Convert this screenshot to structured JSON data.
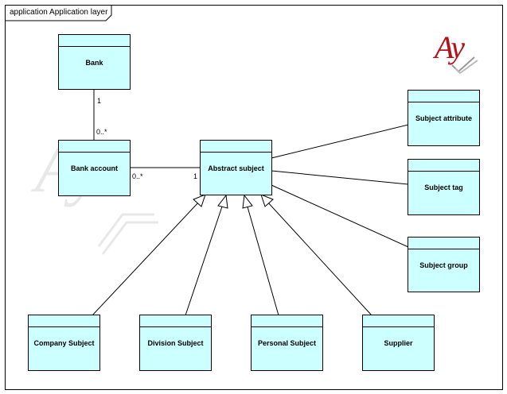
{
  "frame": {
    "label": "application Application layer"
  },
  "classes": {
    "bank": "Bank",
    "bank_account": "Bank account",
    "abstract_subject": "Abstract subject",
    "subject_attribute": "Subject attribute",
    "subject_tag": "Subject tag",
    "subject_group": "Subject group",
    "company_subject": "Company Subject",
    "division_subject": "Division Subject",
    "personal_subject": "Personal Subject",
    "supplier": "Supplier"
  },
  "multiplicities": {
    "bank_end": "1",
    "bank_account_top_end": "0..*",
    "bank_account_right_end": "0..*",
    "abstract_subject_end": "1"
  },
  "logo": {
    "text": "Ay"
  },
  "colors": {
    "class_fill": "#ccffff",
    "logo": "#b3141b"
  }
}
